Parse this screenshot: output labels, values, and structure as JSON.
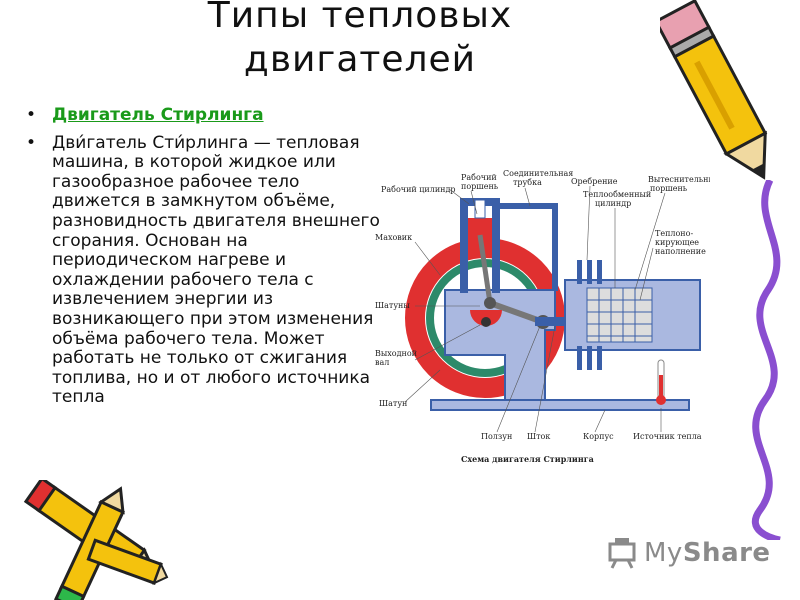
{
  "slide": {
    "title_line1": "Типы тепловых",
    "title_line2": "двигателей",
    "bullets": [
      {
        "text": "Двигатель Стирлинга",
        "is_link": true
      },
      {
        "text": "Дви́гатель Сти́рлинга — тепловая машина, в которой жидкое или газообразное рабочее тело движется в замкнутом объёме, разновидность двигателя внешнего сгорания. Основан на периодическом нагреве и охлаждении рабочего тела с извлечением энергии из возникающего при этом изменения объёма рабочего тела. Может работать не только от сжигания топлива, но и от любого источника тепла",
        "is_link": false
      }
    ]
  },
  "diagram": {
    "caption": "Схема двигателя Стирлинга",
    "labels": {
      "working_cylinder": "Рабочий цилиндр",
      "working_piston_1": "Рабочий",
      "working_piston_2": "поршень",
      "connecting_tube_1": "Соединительная",
      "connecting_tube_2": "трубка",
      "finning": "Оребрение",
      "heat_exchange_1": "Теплообменный",
      "heat_exchange_2": "цилиндр",
      "displacer_1": "Вытеснительный",
      "displacer_2": "поршень",
      "flywheel": "Маховик",
      "heat_filler_1": "Теплоно-",
      "heat_filler_2": "кирующее",
      "heat_filler_3": "наполнение",
      "rods": "Шатуны",
      "output_shaft_1": "Выходной",
      "output_shaft_2": "вал",
      "rod": "Шатун",
      "slider": "Ползун",
      "stem": "Шток",
      "body": "Корпус",
      "heat_source": "Источник тепла"
    }
  },
  "logo": {
    "text_a": "My",
    "text_b": "Share"
  },
  "colors": {
    "link": "#1a9a1a",
    "flywheel": "#2d8a6a",
    "red": "#e03030",
    "blue_frame": "#3a5fa8",
    "light_blue": "#aab8e0"
  }
}
